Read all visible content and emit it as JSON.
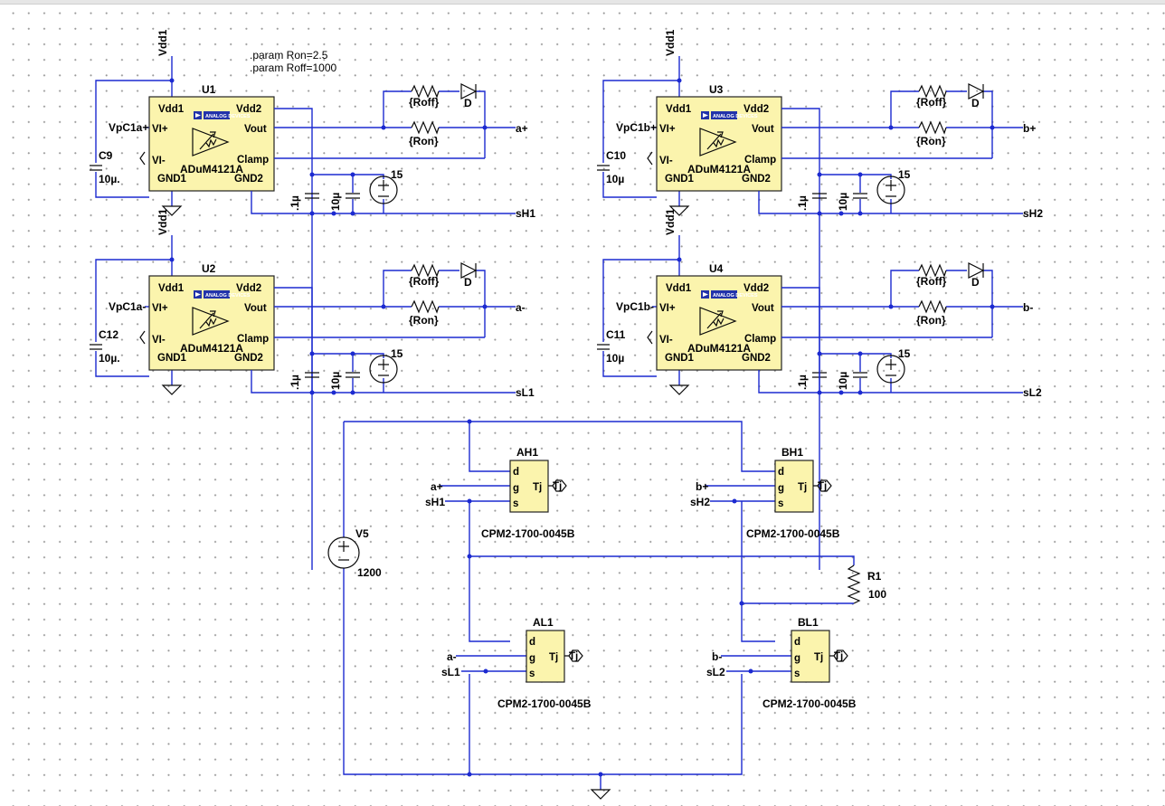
{
  "params": [
    ".param Ron=2.5",
    ".param Roff=1000"
  ],
  "drivers": [
    {
      "ref": "U1",
      "part": "ADuM4121A",
      "in_net": "VpC1a+",
      "cap_ref": "C9",
      "cap_val": "10µ.",
      "out_net": "a+",
      "src_net": "sH1"
    },
    {
      "ref": "U3",
      "part": "ADuM4121A",
      "in_net": "VpC1b+",
      "cap_ref": "C10",
      "cap_val": "10µ",
      "out_net": "b+",
      "src_net": "sH2"
    },
    {
      "ref": "U2",
      "part": "ADuM4121A",
      "in_net": "VpC1a-",
      "cap_ref": "C12",
      "cap_val": "10µ.",
      "out_net": "a-",
      "src_net": "sL1"
    },
    {
      "ref": "U4",
      "part": "ADuM4121A",
      "in_net": "VpC1b-",
      "cap_ref": "C11",
      "cap_val": "10µ",
      "out_net": "b-",
      "src_net": "sL2"
    }
  ],
  "driver_common": {
    "vdd_label": "Vdd1",
    "pin_vdd1": "Vdd1",
    "pin_vdd2": "Vdd2",
    "pin_viplus": "VI+",
    "pin_viminus": "VI-",
    "pin_vout": "Vout",
    "pin_clamp": "Clamp",
    "pin_gnd1": "GND1",
    "pin_gnd2": "GND2",
    "logo": "ANALOG DEVICES",
    "r_off": "{Roff}",
    "r_on": "{Ron}",
    "diode": "D",
    "c_small": ".1µ",
    "c_big": "10µ",
    "supply": "15"
  },
  "mosfets": [
    {
      "ref": "AH1",
      "part": "CPM2-1700-0045B",
      "gate_net": "a+",
      "source_net": "sH1"
    },
    {
      "ref": "BH1",
      "part": "CPM2-1700-0045B",
      "gate_net": "b+",
      "source_net": "sH2"
    },
    {
      "ref": "AL1",
      "part": "CPM2-1700-0045B",
      "gate_net": "a-",
      "source_net": "sL1"
    },
    {
      "ref": "BL1",
      "part": "CPM2-1700-0045B",
      "gate_net": "b-",
      "source_net": "sL2"
    }
  ],
  "mosfet_common": {
    "pin_d": "d",
    "pin_g": "g",
    "pin_s": "s",
    "pin_tj": "Tj",
    "tj_tag": "Tj"
  },
  "dc_source": {
    "ref": "V5",
    "value": "1200"
  },
  "load": {
    "ref": "R1",
    "value": "100"
  }
}
